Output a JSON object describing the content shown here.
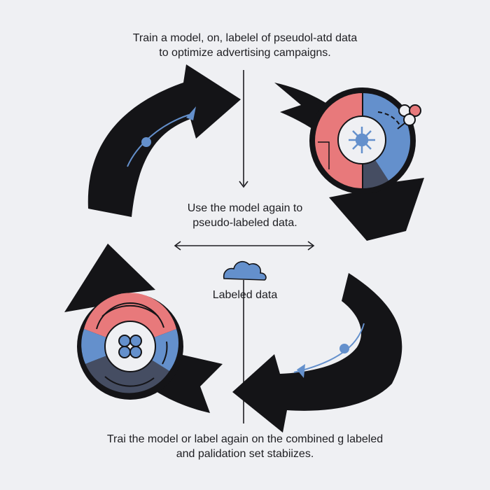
{
  "diagram": {
    "top_caption": {
      "line1": "Train a model, on, labelel of pseudol-atd data",
      "line2": "to optimize advertising campaigns."
    },
    "middle_caption": {
      "line1": "Use the model again to",
      "line2": "pseudo-labeled data."
    },
    "labeled_data_label": "Labeled data",
    "bottom_caption": {
      "line1": "Trai the model or label again on the combined g labeled",
      "line2": "and palidation set stabiizes."
    },
    "colors": {
      "background": "#eff0f3",
      "arrow": "#141417",
      "red": "#e8797b",
      "blue": "#6490cc",
      "slate": "#454d62",
      "ink": "#1e1e22"
    },
    "icons": [
      "cycle-arrow",
      "pie-chart-icon",
      "network-hub-icon",
      "cloud-icon",
      "flower-icon",
      "double-arrow"
    ]
  }
}
